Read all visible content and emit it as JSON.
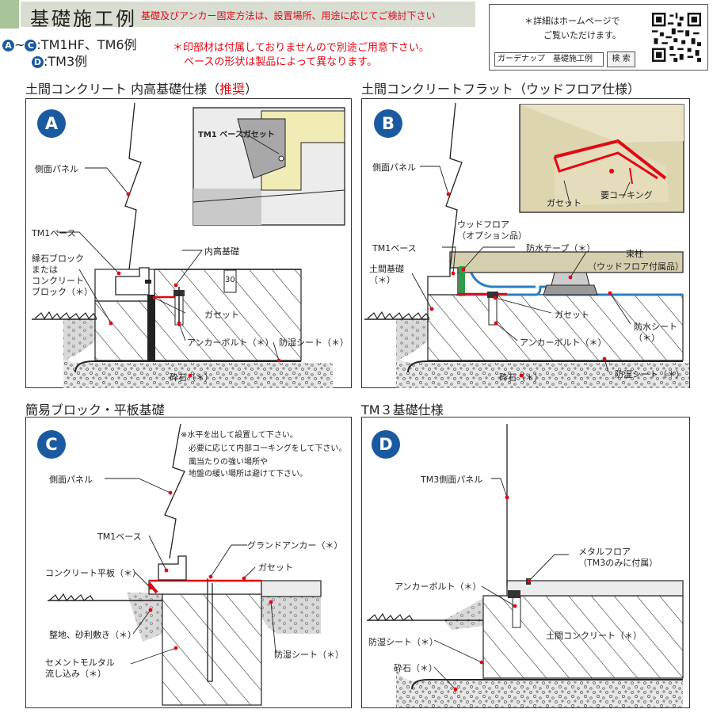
{
  "header": {
    "title": "基礎施工例",
    "title_note": "基礎及びアンカー固定方法は、設置場所、用途に応じてご検討下さい",
    "models_ac_letters": [
      "A",
      "C"
    ],
    "models_ac_text": ":TM1HF、TM6例",
    "models_ac_sep": "~",
    "models_d_letter": "D",
    "models_d_text": ":TM3例",
    "print_note_1": "＊印部材は付属しておりませんので別途ご用意下さい。",
    "print_note_2": "ベースの形状は製品によって異なります。"
  },
  "infobox": {
    "line1": "＊詳細はホームページで",
    "line2": "ご覧いただけます。",
    "search_text": "ガーデナップ　基礎施工例",
    "search_button": "検 索"
  },
  "colors": {
    "accent_red": "#e30613",
    "badge_blue": "#1a5aa0",
    "header_green": "#a8c49a",
    "blue_sheet": "#2a7fc1",
    "wood": "#d6cfae"
  },
  "sections": {
    "a": {
      "title": "土間コンクリート 内高基礎仕様（",
      "title_highlight": "推奨",
      "title_end": "）",
      "badge": "A",
      "labels": {
        "side_panel": "側面パネル",
        "tm1_base": "TM1ベース",
        "curb_block": "縁石ブロック\nまたは\nコンクリート\nブロック（＊）",
        "inner_foundation": "内高基礎",
        "dim_value": "30",
        "gusset": "ガセット",
        "anchor_bolt": "アンカーボルト（＊）",
        "moisture_sheet": "防湿シート（＊）",
        "gravel": "砕石（＊）",
        "inset_label": "TM1 ベースガセット"
      }
    },
    "b": {
      "title": "土間コンクリートフラット（ウッドフロア仕様）",
      "badge": "B",
      "labels": {
        "side_panel": "側面パネル",
        "wood_floor": "ウッドフロア\n（オプション品）",
        "tm1_base": "TM1ベース",
        "waterproof_tape": "防水テープ（＊）",
        "floor_post": "束柱",
        "floor_post_note": "（ウッドフロア付属品）",
        "concrete_foundation": "土間基礎\n（＊）",
        "gusset": "ガセット",
        "waterproof_sheet": "防水シート\n（＊）",
        "anchor_bolt": "アンカーボルト（＊）",
        "moisture_sheet": "防湿シート（＊）",
        "gravel": "砕石（＊）",
        "inset_gusset": "ガセット",
        "inset_caulk": "要コーキング"
      }
    },
    "c": {
      "title": "簡易ブロック・平板基礎",
      "badge": "C",
      "notes": [
        "※水平を出して設置して下さい。",
        "必要に応じて内部コーキングをして下さい。",
        "風当たりの強い場所や",
        "地盤の緩い場所は避けて下さい。"
      ],
      "labels": {
        "side_panel": "側面パネル",
        "tm1_base": "TM1ベース",
        "ground_anchor": "グランドアンカー（＊）",
        "concrete_slab": "コンクリート平板（＊）",
        "gusset": "ガセット",
        "leveling": "整地、砂利敷き（＊）",
        "mortar": "セメントモルタル\n流し込み（＊）",
        "moisture_sheet": "防湿シート（＊）"
      }
    },
    "d": {
      "title": "TM３基礎仕様",
      "badge": "D",
      "labels": {
        "tm3_side_panel": "TM3側面パネル",
        "metal_floor": "メタルフロア\n（TM3のみに付属）",
        "anchor_bolt": "アンカーボルト（＊）",
        "concrete": "土間コンクリート（＊）",
        "moisture_sheet": "防湿シート（＊）",
        "gravel": "砕石（＊）"
      }
    }
  }
}
